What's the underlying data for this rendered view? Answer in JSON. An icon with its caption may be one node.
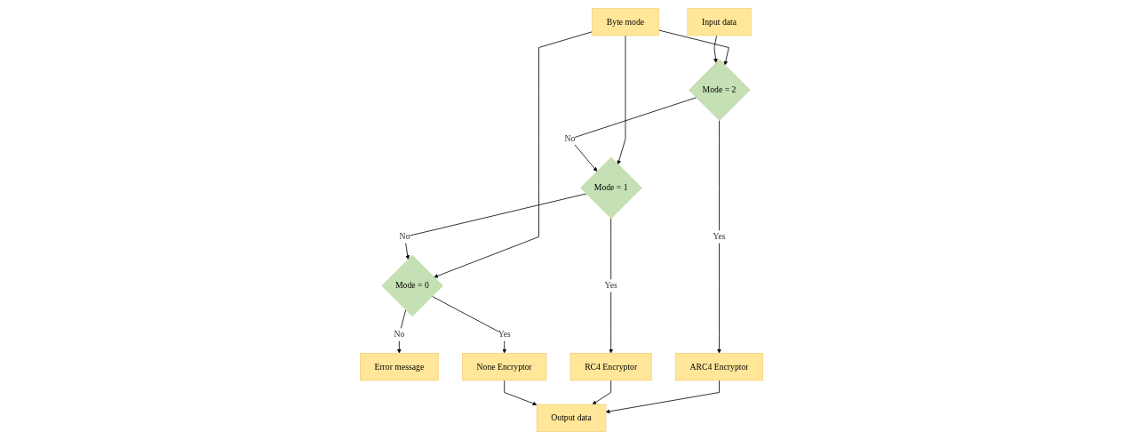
{
  "diagram": {
    "nodes": [
      {
        "text": [
          "Byte mode"
        ]
      },
      {
        "text": [
          "Input data"
        ]
      },
      {
        "text": [
          "Mode = 2"
        ]
      },
      {
        "text": [
          "Mode = 1"
        ]
      },
      {
        "text": [
          "Mode = 0"
        ]
      },
      {
        "text": [
          "Error message"
        ]
      },
      {
        "text": [
          "ARC4 Encryptor"
        ]
      },
      {
        "text": [
          "RC4 Encryptor"
        ]
      },
      {
        "text": [
          "None Encryptor"
        ]
      },
      {
        "text": [
          "Output data"
        ]
      }
    ],
    "edges": [
      {
        "from": 0,
        "to": 2,
        "arrow": "to"
      },
      {
        "from": 0,
        "to": 3,
        "arrow": "to"
      },
      {
        "from": 0,
        "to": 4,
        "arrow": "to"
      },
      {
        "from": 1,
        "to": 2,
        "arrow": "to"
      },
      {
        "from": 2,
        "to": 3,
        "arrow": "to",
        "label": "No"
      },
      {
        "from": 3,
        "to": 4,
        "arrow": "to",
        "label": "No"
      },
      {
        "from": 4,
        "to": 5,
        "arrow": "to",
        "label": "No"
      },
      {
        "from": 2,
        "to": 6,
        "arrow": "to",
        "label": "Yes"
      },
      {
        "from": 3,
        "to": 7,
        "arrow": "to",
        "label": "Yes"
      },
      {
        "from": 4,
        "to": 8,
        "arrow": "to",
        "label": "Yes"
      },
      {
        "from": 6,
        "to": 9,
        "arrow": "to"
      },
      {
        "from": 7,
        "to": 9,
        "arrow": "to"
      },
      {
        "from": 8,
        "to": 9,
        "arrow": "to"
      }
    ]
  }
}
